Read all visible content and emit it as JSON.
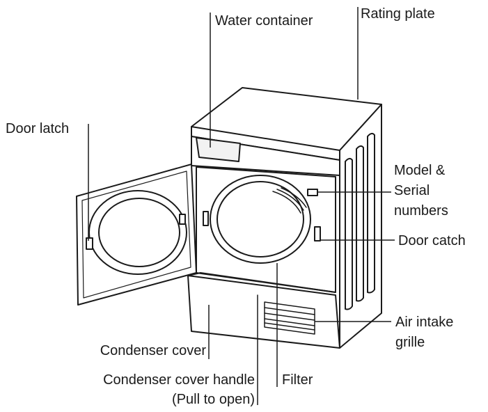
{
  "colors": {
    "ink": "#1a1a1a",
    "paper": "#ffffff",
    "shade": "#e9e9e9"
  },
  "labels": {
    "water_container": "Water container",
    "rating_plate": "Rating plate",
    "door_latch": "Door latch",
    "model_line1": "Model &",
    "model_line2": "Serial",
    "model_line3": "numbers",
    "door_catch": "Door catch",
    "air_intake_line1": "Air intake",
    "air_intake_line2": "grille",
    "condenser_cover": "Condenser cover",
    "condenser_handle_line1": "Condenser cover handle",
    "condenser_handle_line2": "(Pull to open)",
    "filter": "Filter"
  }
}
